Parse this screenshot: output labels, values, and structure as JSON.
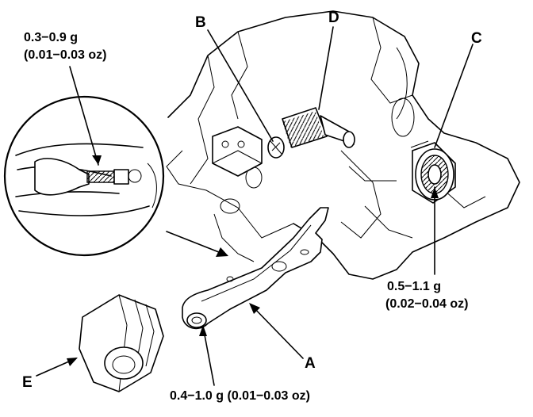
{
  "labels": {
    "a": "A",
    "b": "B",
    "c": "C",
    "d": "D",
    "e": "E"
  },
  "notes": {
    "inset_line1": "0.3−0.9 g",
    "inset_line2": "(0.01−0.03 oz)",
    "c_line1": "0.5−1.1 g",
    "c_line2": "(0.02−0.04 oz)",
    "bottom": "0.4−1.0 g (0.01−0.03 oz)"
  }
}
